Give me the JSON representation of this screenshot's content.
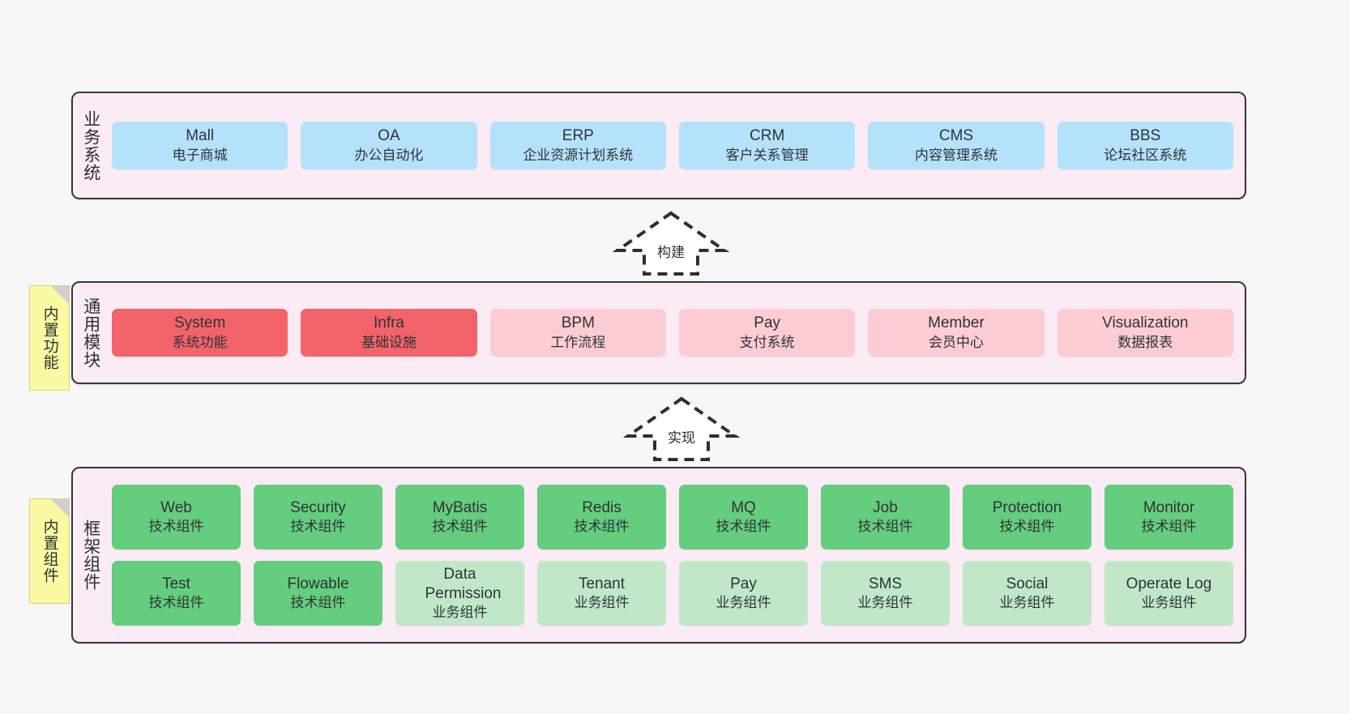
{
  "diagram": {
    "background_color": "#f7f7f7",
    "layer_fill": "#faebf5",
    "layer_border": "#3a3340"
  },
  "layers": [
    {
      "id": "business-systems",
      "title": "业务系统",
      "note": null,
      "rows": [
        {
          "items": [
            {
              "en": "Mall",
              "cn": "电子商城",
              "color": "blue"
            },
            {
              "en": "OA",
              "cn": "办公自动化",
              "color": "blue"
            },
            {
              "en": "ERP",
              "cn": "企业资源计划系统",
              "color": "blue"
            },
            {
              "en": "CRM",
              "cn": "客户关系管理",
              "color": "blue"
            },
            {
              "en": "CMS",
              "cn": "内容管理系统",
              "color": "blue"
            },
            {
              "en": "BBS",
              "cn": "论坛社区系统",
              "color": "blue"
            }
          ]
        }
      ]
    },
    {
      "id": "common-modules",
      "title": "通用模块",
      "note": "内置功能",
      "rows": [
        {
          "items": [
            {
              "en": "System",
              "cn": "系统功能",
              "color": "red"
            },
            {
              "en": "Infra",
              "cn": "基础设施",
              "color": "red"
            },
            {
              "en": "BPM",
              "cn": "工作流程",
              "color": "pink"
            },
            {
              "en": "Pay",
              "cn": "支付系统",
              "color": "pink"
            },
            {
              "en": "Member",
              "cn": "会员中心",
              "color": "pink"
            },
            {
              "en": "Visualization",
              "cn": "数据报表",
              "color": "pink"
            }
          ]
        }
      ]
    },
    {
      "id": "framework-components",
      "title": "框架组件",
      "note": "内置组件",
      "rows": [
        {
          "items": [
            {
              "en": "Web",
              "cn": "技术组件",
              "color": "green"
            },
            {
              "en": "Security",
              "cn": "技术组件",
              "color": "green"
            },
            {
              "en": "MyBatis",
              "cn": "技术组件",
              "color": "green"
            },
            {
              "en": "Redis",
              "cn": "技术组件",
              "color": "green"
            },
            {
              "en": "MQ",
              "cn": "技术组件",
              "color": "green"
            },
            {
              "en": "Job",
              "cn": "技术组件",
              "color": "green"
            },
            {
              "en": "Protection",
              "cn": "技术组件",
              "color": "green"
            },
            {
              "en": "Monitor",
              "cn": "技术组件",
              "color": "green"
            }
          ]
        },
        {
          "items": [
            {
              "en": "Test",
              "cn": "技术组件",
              "color": "green"
            },
            {
              "en": "Flowable",
              "cn": "技术组件",
              "color": "green"
            },
            {
              "en": "Data Permission",
              "cn": "业务组件",
              "color": "lgreen"
            },
            {
              "en": "Tenant",
              "cn": "业务组件",
              "color": "lgreen"
            },
            {
              "en": "Pay",
              "cn": "业务组件",
              "color": "lgreen"
            },
            {
              "en": "SMS",
              "cn": "业务组件",
              "color": "lgreen"
            },
            {
              "en": "Social",
              "cn": "业务组件",
              "color": "lgreen"
            },
            {
              "en": "Operate Log",
              "cn": "业务组件",
              "color": "lgreen"
            }
          ]
        }
      ]
    }
  ],
  "connectors": [
    {
      "id": "connector-build",
      "label": "构建"
    },
    {
      "id": "connector-implement",
      "label": "实现"
    }
  ]
}
